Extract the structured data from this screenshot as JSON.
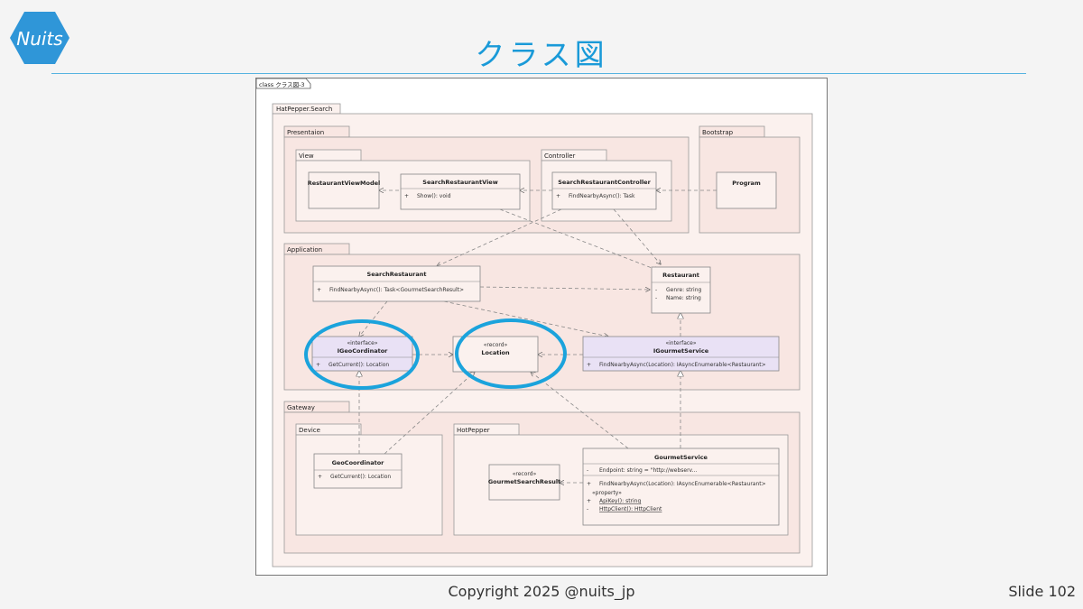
{
  "slide": {
    "title": "クラス図",
    "footer": "Copyright 2025 @nuits_jp",
    "slide_number": "Slide 102",
    "accent_color": "#1a9ad8",
    "logo_icon": "nuits-hexagon-logo"
  },
  "diagram": {
    "frame_label": "class クラス図-3",
    "packages": {
      "root": "HatPepper.Search",
      "presentation": "Presentaion",
      "view": "View",
      "controller": "Controller",
      "bootstrap": "Bootstrap",
      "application": "Application",
      "gateway": "Gateway",
      "device": "Device",
      "hotpepper": "HotPepper"
    },
    "classes": {
      "restaurant_view_model": {
        "name": "RestaurantViewModel"
      },
      "search_restaurant_view": {
        "name": "SearchRestaurantView",
        "members": [
          {
            "vis": "+",
            "text": "Show(): void"
          }
        ]
      },
      "search_restaurant_controller": {
        "name": "SearchRestaurantController",
        "members": [
          {
            "vis": "+",
            "text": "FindNearbyAsync(): Task"
          }
        ]
      },
      "program": {
        "name": "Program"
      },
      "search_restaurant": {
        "name": "SearchRestaurant",
        "members": [
          {
            "vis": "+",
            "text": "FindNearbyAsync(): Task<GourmetSearchResult>"
          }
        ]
      },
      "restaurant": {
        "name": "Restaurant",
        "members": [
          {
            "vis": "-",
            "text": "Genre: string"
          },
          {
            "vis": "-",
            "text": "Name: string"
          }
        ]
      },
      "igeo_cordinator": {
        "stereotype": "«interface»",
        "name": "IGeoCordinator",
        "members": [
          {
            "vis": "+",
            "text": "GetCurrent(): Location"
          }
        ]
      },
      "location": {
        "stereotype": "«record»",
        "name": "Location"
      },
      "igourmet_service": {
        "stereotype": "«interface»",
        "name": "IGourmetService",
        "members": [
          {
            "vis": "+",
            "text": "FindNearbyAsync(Location): IAsyncEnumerable<Restaurant>"
          }
        ]
      },
      "geo_coordinator": {
        "name": "GeoCoordinator",
        "members": [
          {
            "vis": "+",
            "text": "GetCurrent(): Location"
          }
        ]
      },
      "gourmet_search_result": {
        "stereotype": "«record»",
        "name": "GourmetSearchResult"
      },
      "gourmet_service": {
        "name": "GourmetService",
        "attributes": [
          {
            "vis": "-",
            "text": "Endpoint: string = \"http://webserv..."
          }
        ],
        "operations": [
          {
            "vis": "+",
            "text": "FindNearbyAsync(Location): IAsyncEnumerable<Restaurant>"
          }
        ],
        "property_stereotype": "«property»",
        "properties": [
          {
            "vis": "+",
            "text": "ApiKey(): string"
          },
          {
            "vis": "-",
            "text": "HttpClient(): HttpClient"
          }
        ]
      }
    },
    "highlight_color": "#1ba3dc"
  }
}
